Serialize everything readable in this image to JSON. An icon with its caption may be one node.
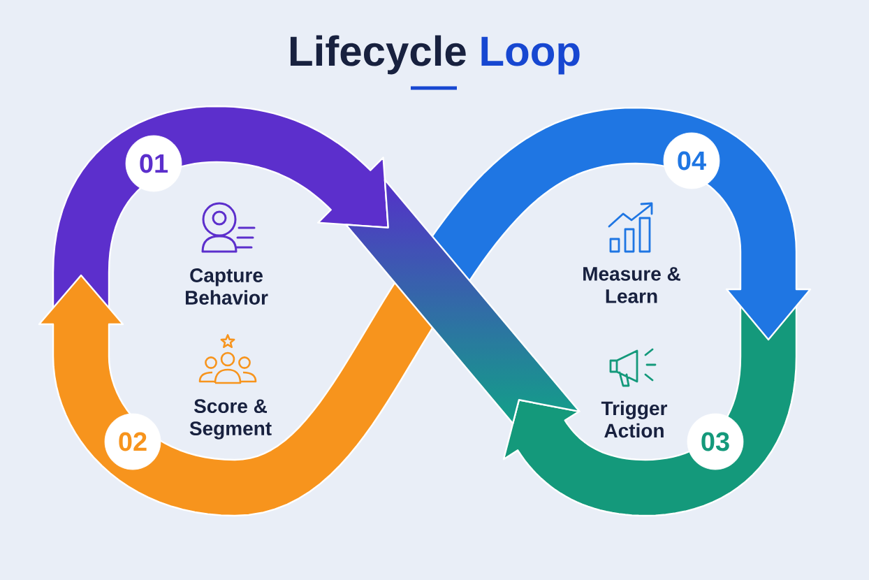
{
  "diagram": {
    "title": "Lifecycle Loop",
    "nodes": [
      {
        "text": [
          "01"
        ]
      },
      {
        "text": [
          "04"
        ]
      },
      {
        "text": [
          "02"
        ]
      },
      {
        "text": [
          "03"
        ]
      }
    ],
    "labels": [
      "Capture Behavior",
      "Measure & Learn",
      "Score & Segment",
      "Trigger Action"
    ]
  }
}
